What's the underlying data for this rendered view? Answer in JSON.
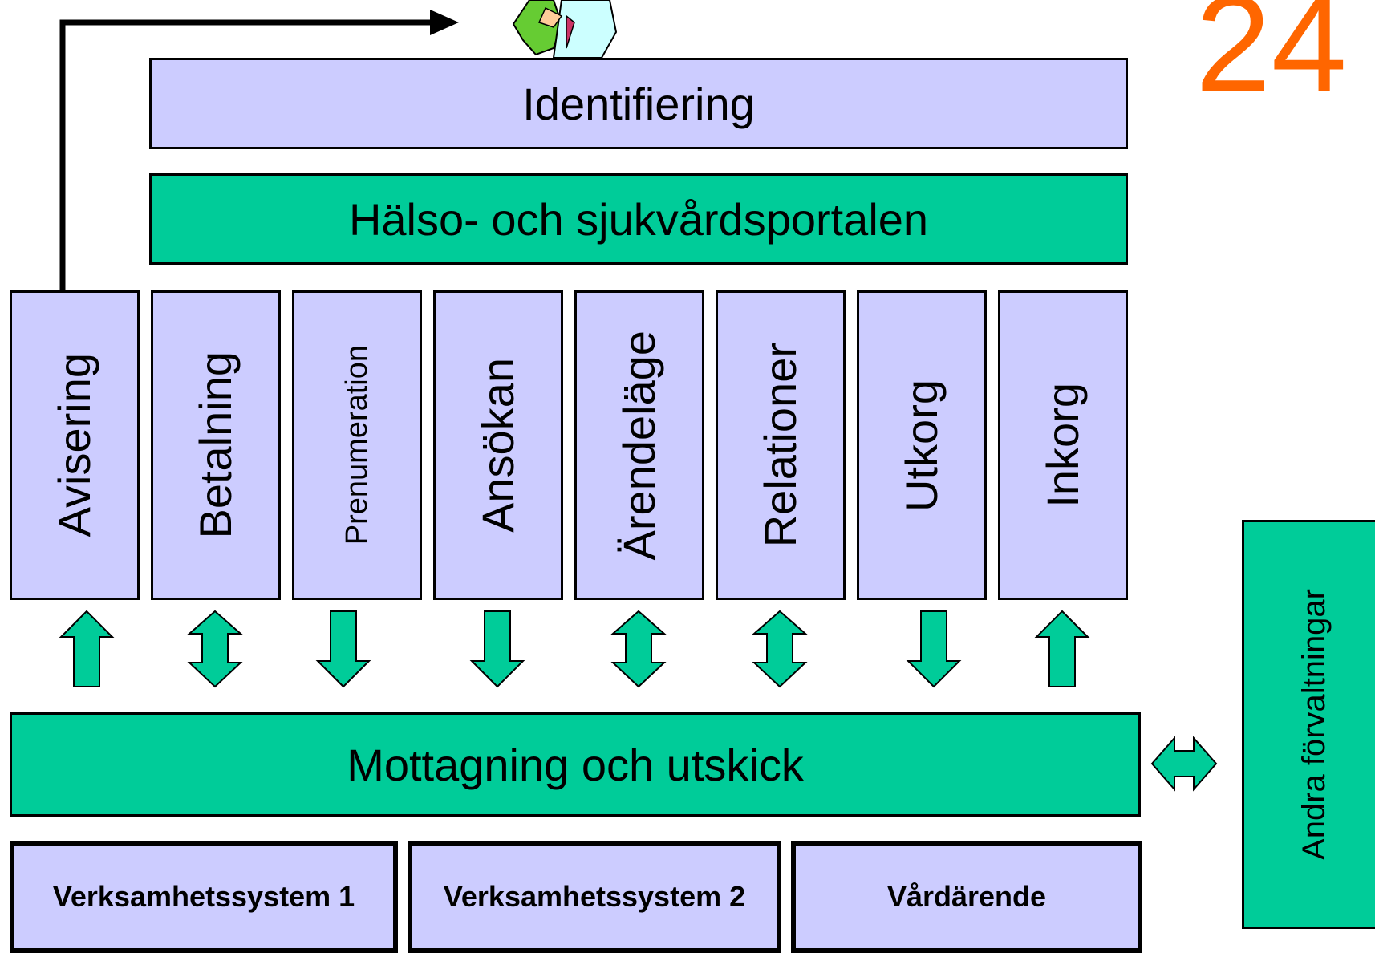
{
  "page_number": "24",
  "top_layers": {
    "identification": "Identifiering",
    "portal": "Hälso- och sjukvårdsportalen"
  },
  "services": [
    {
      "label": "Avisering",
      "flow": "up"
    },
    {
      "label": "Betalning",
      "flow": "both"
    },
    {
      "label": "Prenumeration",
      "flow": "down"
    },
    {
      "label": "Ansökan",
      "flow": "down"
    },
    {
      "label": "Ärendeläge",
      "flow": "both"
    },
    {
      "label": "Relationer",
      "flow": "both"
    },
    {
      "label": "Utkorg",
      "flow": "down"
    },
    {
      "label": "Inkorg",
      "flow": "up"
    }
  ],
  "hub": "Mottagning och utskick",
  "systems": [
    "Verksamhetssystem 1",
    "Verksamhetssystem 2",
    "Vårdärende"
  ],
  "external": "Andra förvaltningar",
  "colors": {
    "lavender": "#ccccff",
    "green": "#00cc99",
    "page_number": "#ff6600"
  },
  "icons": {
    "person_clipart": "person-holding-money-icon"
  }
}
